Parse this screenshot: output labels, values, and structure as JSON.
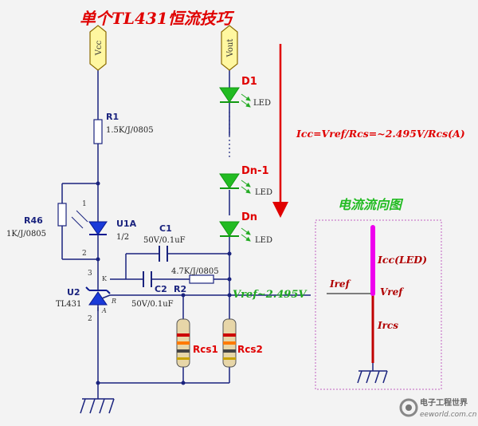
{
  "title": "单个TL431恒流技巧",
  "ports": {
    "vcc": "Vcc",
    "vout": "Vout"
  },
  "r1": {
    "name": "R1",
    "value": "1.5K/J/0805"
  },
  "r46": {
    "name": "R46",
    "value": "1K/J/0805"
  },
  "u1a": {
    "name": "U1A",
    "value": "1/2"
  },
  "u2": {
    "name": "U2",
    "value": "TL431",
    "pin_k": "K",
    "pin_r": "R",
    "pin_a": "A"
  },
  "c1": {
    "name": "C1",
    "value": "50V/0.1uF"
  },
  "c2": {
    "name": "C2",
    "value": "50V/0.1uF"
  },
  "r2": {
    "name": "R2",
    "value": "4.7K/J/0805"
  },
  "leds": [
    {
      "name": "D1",
      "label": "LED"
    },
    {
      "name": "Dn-1",
      "label": "LED"
    },
    {
      "name": "Dn",
      "label": "LED"
    }
  ],
  "rcs1": "Rcs1",
  "rcs2": "Rcs2",
  "vref_label": "Vref~2.495V",
  "formula": "Icc=Vref/Rcs=~2.495V/Rcs(A)",
  "pins": {
    "one": "1",
    "two": "2",
    "three": "3"
  },
  "inset": {
    "title": "电流流向图",
    "icc": "Icc(LED)",
    "iref": "Iref",
    "vref": "Vref",
    "ircs": "Ircs"
  },
  "logo": {
    "text": "电子工程世界",
    "site": "eeworld.com.cn"
  },
  "colors": {
    "wire": "#1a237e",
    "red": "#e00000",
    "green": "#22bb22",
    "magenta": "#ee00ee",
    "darkred": "#b00000"
  }
}
